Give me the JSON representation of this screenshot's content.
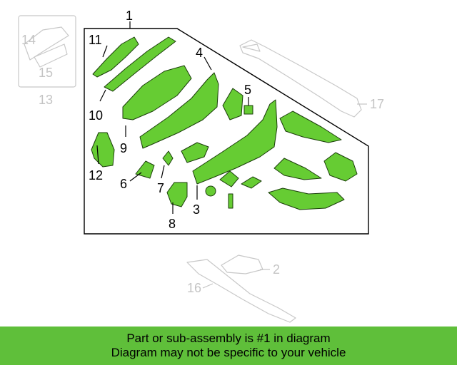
{
  "diagram": {
    "main_callout": "1",
    "callouts": {
      "c2": "2",
      "c3": "3",
      "c4": "4",
      "c5": "5",
      "c6": "6",
      "c7": "7",
      "c8": "8",
      "c9": "9",
      "c10": "10",
      "c11": "11",
      "c12": "12",
      "c13": "13",
      "c14": "14",
      "c15": "15",
      "c16": "16",
      "c17": "17"
    }
  },
  "banner": {
    "line1": "Part or sub-assembly is #1 in diagram",
    "line2": "Diagram may not be specific to your vehicle",
    "color": "#5fbf3a"
  },
  "colors": {
    "part_fill": "#66cc33",
    "ghost_stroke": "#c8c8c8"
  }
}
